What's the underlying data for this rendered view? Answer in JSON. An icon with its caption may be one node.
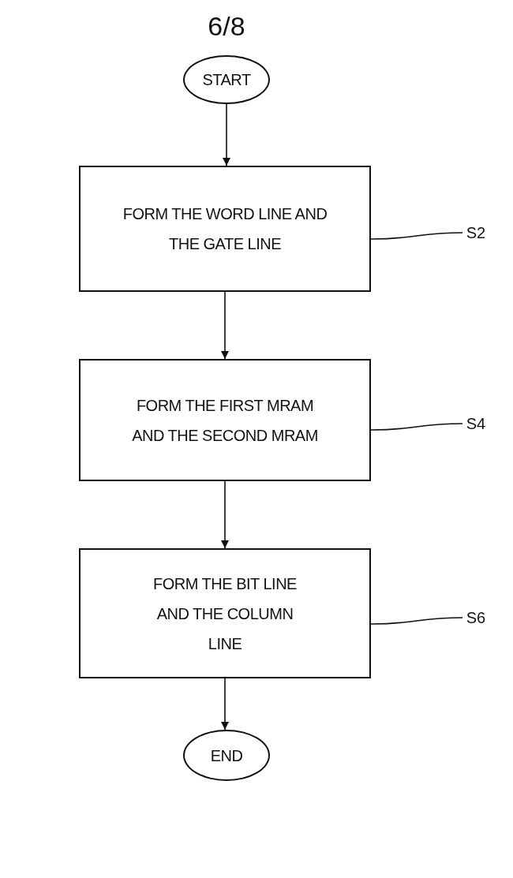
{
  "diagram": {
    "title": "6/8",
    "nodes": [
      {
        "text": [
          "START"
        ]
      },
      {
        "text": [
          "FORM THE WORD LINE AND THE GATE LINE"
        ]
      },
      {
        "text": [
          "S2"
        ]
      },
      {
        "text": [
          "FORM THE FIRST MRAM AND THE SECOND MRAM"
        ]
      },
      {
        "text": [
          "S4"
        ]
      },
      {
        "text": [
          "FORM THE BIT LINE AND THE COLUMN LINE"
        ]
      },
      {
        "text": [
          "S6"
        ]
      },
      {
        "text": [
          "END"
        ]
      }
    ],
    "edges": [
      {
        "from": 0,
        "to": 1,
        "arrow": "to"
      },
      {
        "from": 2,
        "to": 1,
        "arrow": "none"
      },
      {
        "from": 1,
        "to": 3,
        "arrow": "to"
      },
      {
        "from": 4,
        "to": 3,
        "arrow": "none"
      },
      {
        "from": 3,
        "to": 5,
        "arrow": "to"
      },
      {
        "from": 6,
        "to": 5,
        "arrow": "none"
      },
      {
        "from": 5,
        "to": 7,
        "arrow": "to"
      }
    ]
  }
}
